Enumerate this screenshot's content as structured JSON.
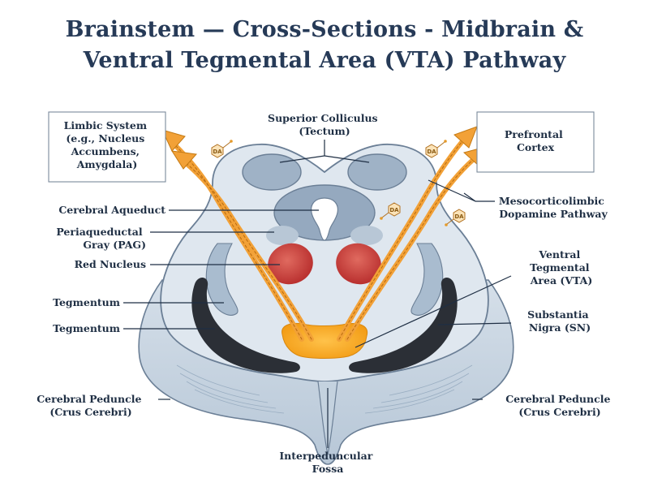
{
  "title": {
    "line1": "Brainstem — Cross-Sections - Midbrain &",
    "line2": "Ventral Tegmental Area (VTA) Pathway"
  },
  "labels": {
    "limbic": [
      "Limbic System",
      "(e.g., Nucleus",
      "Accumbens,",
      "Amygdala)"
    ],
    "superior_colliculus": [
      "Superior Colliculus",
      "(Tectum)"
    ],
    "prefrontal": [
      "Prefrontal",
      "Cortex"
    ],
    "cerebral_aqueduct": "Cerebral Aqueduct",
    "pag": [
      "Periaqueductal",
      "Gray (PAG)"
    ],
    "red_nucleus": "Red Nucleus",
    "tegmentum_1": "Tegmentum",
    "tegmentum_2": "Tegmentum",
    "mesocorticolimbic": [
      "Mesocorticolimbic",
      "Dopamine Pathway"
    ],
    "vta": [
      "Ventral",
      "Tegmental",
      "Area (VTA)"
    ],
    "substantia_nigra": [
      "Substantia",
      "Nigra (SN)"
    ],
    "peduncle_left": [
      "Cerebral Peduncle",
      "(Crus Cerebri)"
    ],
    "peduncle_right": [
      "Cerebral Peduncle",
      "(Crus Cerebri)"
    ],
    "interpeduncular": [
      "Interpeduncular",
      "Fossa"
    ]
  },
  "da_badge": "DA",
  "colors": {
    "tissue": "#dfe7ef",
    "tissue_outline": "#6b7f96",
    "colliculus": "#9fb2c6",
    "aqueduct_ring": "#95a9bf",
    "pag": "#b8c7d6",
    "red_nucleus": "#c83b3b",
    "substantia_nigra": "#2b2f36",
    "peduncle": "#c4d2df",
    "vta": "#f3a21e",
    "pathway": "#f2a137",
    "text": "#1f2f44"
  }
}
